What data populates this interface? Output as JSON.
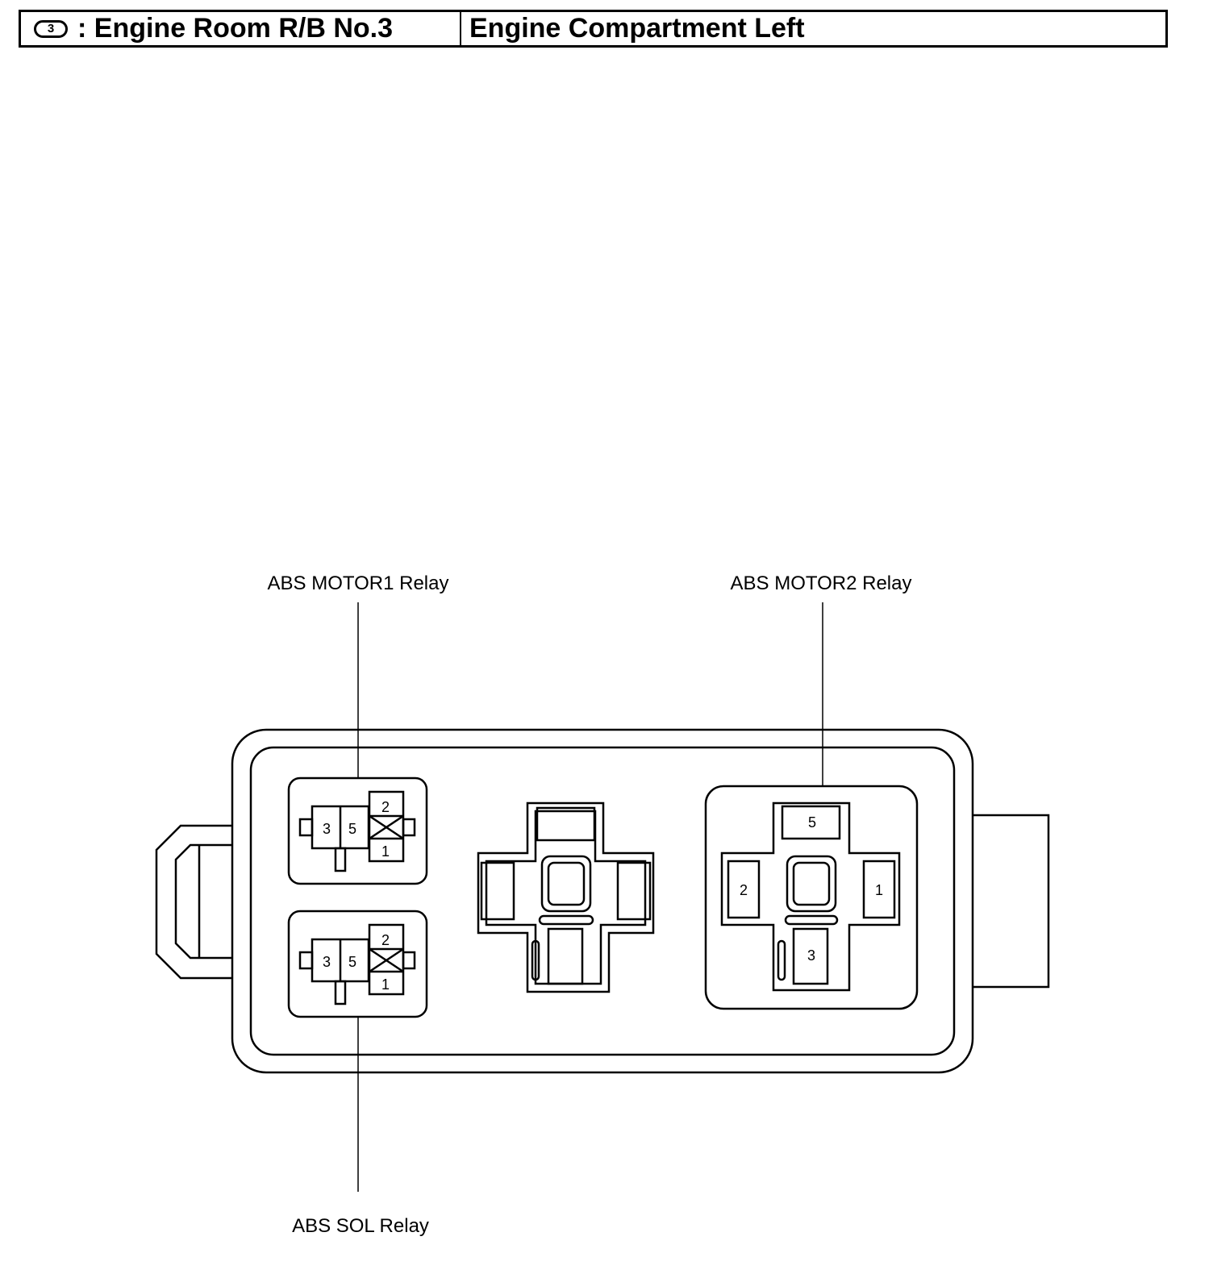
{
  "header": {
    "badge": "3",
    "title": ": Engine Room R/B No.3",
    "location": "Engine Compartment Left"
  },
  "callouts": {
    "motor1": "ABS MOTOR1 Relay",
    "motor2": "ABS MOTOR2 Relay",
    "sol": "ABS SOL Relay"
  },
  "relay_small": {
    "pin_a": "3",
    "pin_b": "5",
    "pin_top": "2",
    "pin_bottom": "1"
  },
  "relay_large": {
    "pin_top": "5",
    "pin_left": "2",
    "pin_right": "1",
    "pin_bottom": "3"
  }
}
